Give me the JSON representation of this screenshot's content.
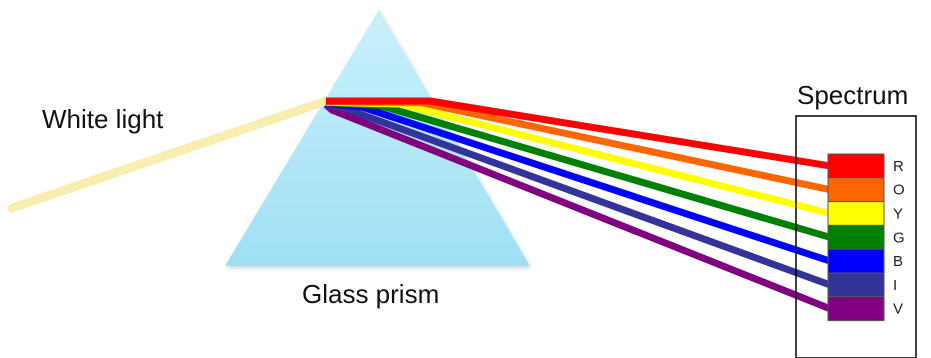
{
  "labels": {
    "white_light": "White light",
    "prism": "Glass prism",
    "spectrum": "Spectrum"
  },
  "spectrum": [
    {
      "letter": "R",
      "color": "#ff0000"
    },
    {
      "letter": "O",
      "color": "#ff6600"
    },
    {
      "letter": "Y",
      "color": "#ffff00"
    },
    {
      "letter": "G",
      "color": "#008000"
    },
    {
      "letter": "B",
      "color": "#0000ff"
    },
    {
      "letter": "I",
      "color": "#333399"
    },
    {
      "letter": "V",
      "color": "#800080"
    }
  ],
  "colors": {
    "white_light_beam": "#f7eeb0",
    "prism_top": "#c9f0fb",
    "prism_bottom": "#9fe0f4"
  }
}
